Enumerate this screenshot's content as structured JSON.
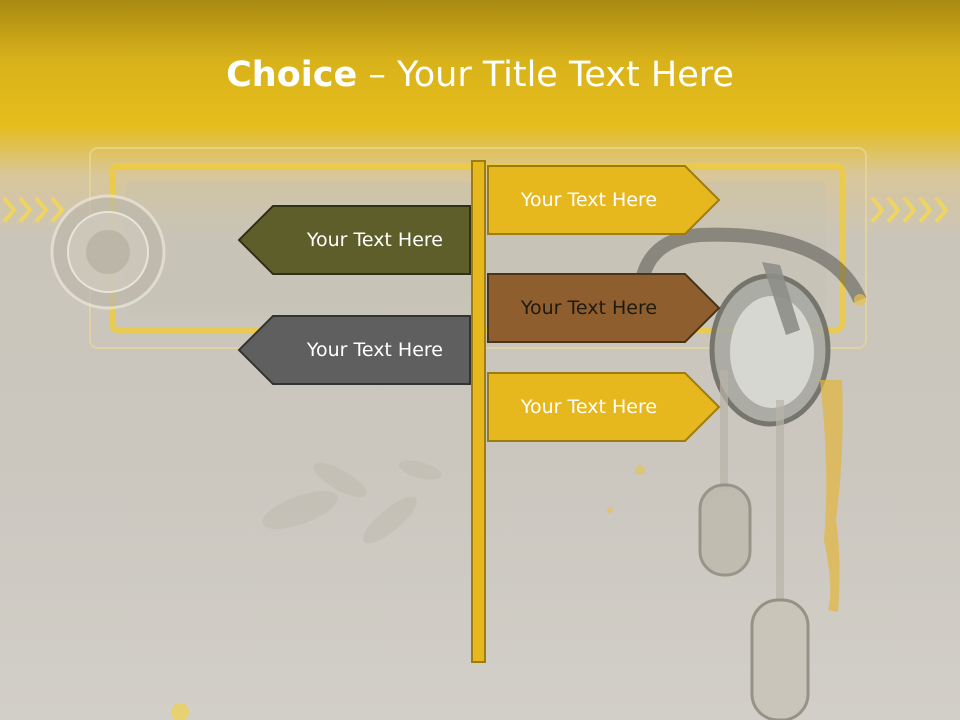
{
  "title": {
    "bold": "Choice",
    "rest": " – Your Title Text Here"
  },
  "signs": [
    {
      "text": "Your Text Here",
      "side": "right",
      "fill": "#e6b81d",
      "text_color": "#ffffff"
    },
    {
      "text": "Your Text Here",
      "side": "left",
      "fill": "#5e5e2b",
      "text_color": "#ffffff"
    },
    {
      "text": "Your Text Here",
      "side": "right",
      "fill": "#8f5e2f",
      "text_color": "#1f1a10"
    },
    {
      "text": "Your Text Here",
      "side": "left",
      "fill": "#5f5f5f",
      "text_color": "#ffffff"
    },
    {
      "text": "Your Text Here",
      "side": "right",
      "fill": "#e6b81d",
      "text_color": "#ffffff"
    }
  ],
  "colors": {
    "pole": "#e6b81d",
    "header": "#e6bd1c",
    "border": "#9d7d10"
  }
}
